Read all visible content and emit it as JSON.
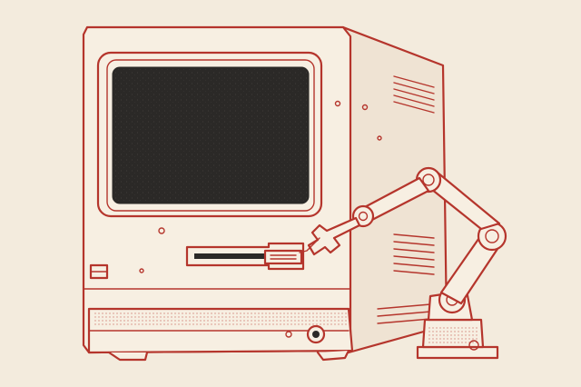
{
  "illustration": {
    "subject": [
      "vintage-computer",
      "robotic-arm",
      "floppy-disk"
    ],
    "palette": {
      "background": "#f3ebdd",
      "ink": "#b5352c",
      "screen": "#2c2a28",
      "paper": "#f7efe2",
      "shade": "#efe3d3"
    }
  }
}
